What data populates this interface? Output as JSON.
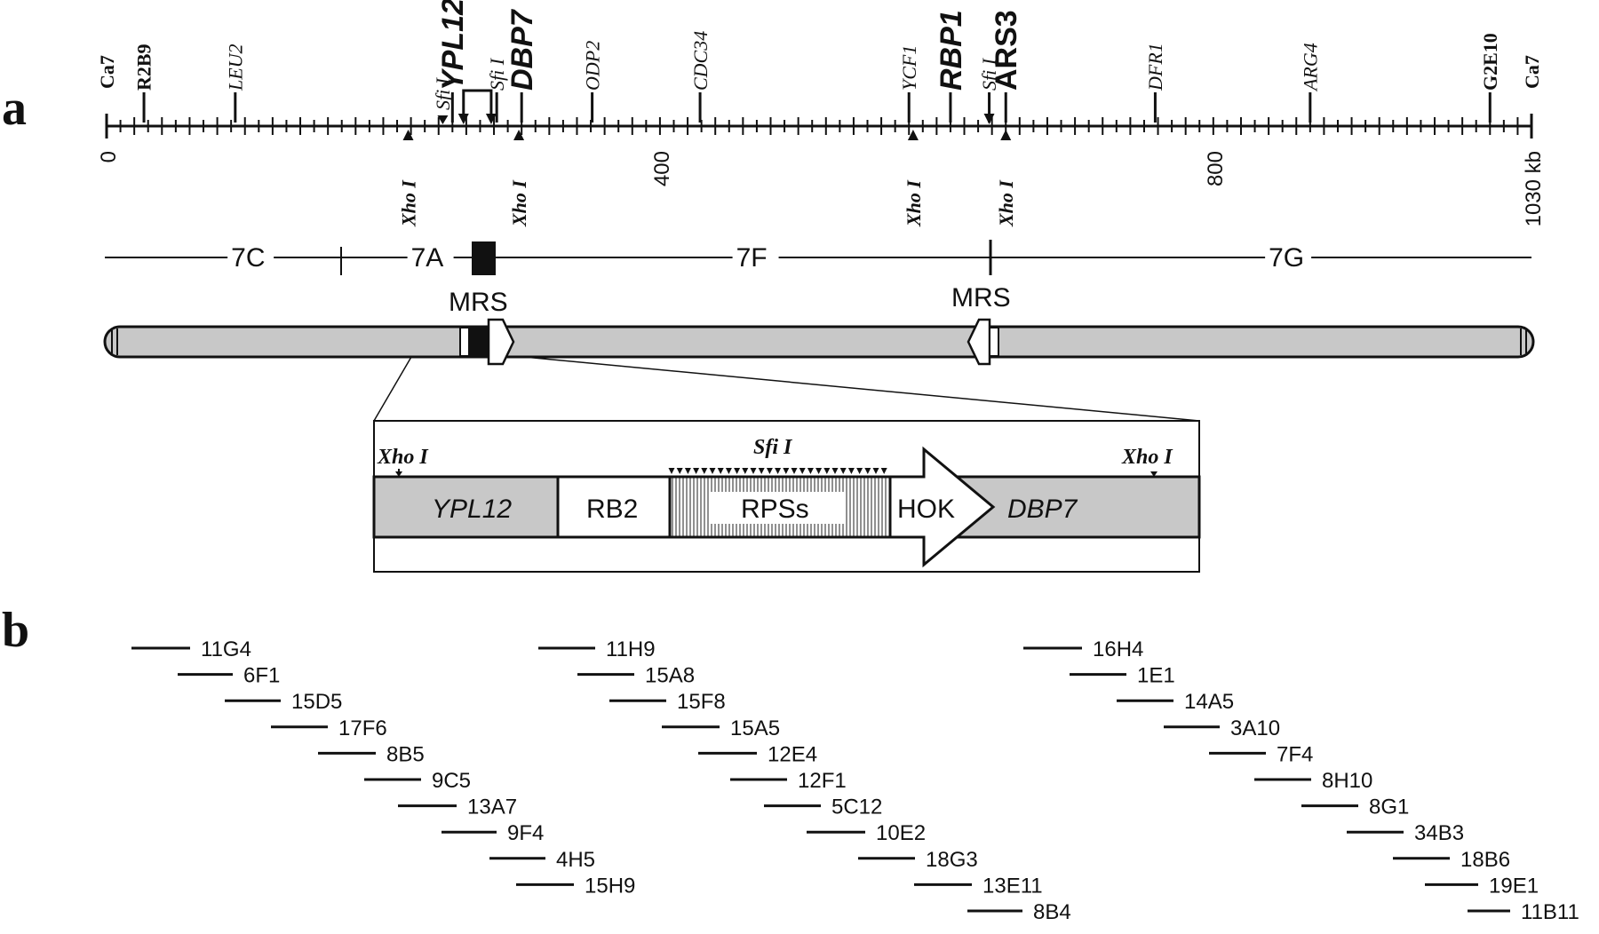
{
  "panel_labels": {
    "a": "a",
    "b": "b"
  },
  "map": {
    "kb_min": 0,
    "kb_max": 1030,
    "tick_step_kb": 20,
    "end_labels": [
      "Ca7",
      "Ca7"
    ],
    "scale_labels": [
      {
        "kb": 0,
        "text": "0"
      },
      {
        "kb": 400,
        "text": "400"
      },
      {
        "kb": 800,
        "text": "800"
      },
      {
        "kb": 1030,
        "text": "1030 kb"
      }
    ],
    "markers": [
      {
        "kb": 27,
        "text": "R2B9",
        "style": "serif-bold-small"
      },
      {
        "kb": 93,
        "text": "LEU2",
        "style": "serif-italic-small"
      },
      {
        "kb": 243,
        "text": "Sfi I",
        "style": "serif-italic-small",
        "mark": "tri-down"
      },
      {
        "kb": 250,
        "text": "YPL12",
        "style": "sans-italic-large"
      },
      {
        "kb": 282,
        "text": "Sfi I",
        "style": "serif-italic-small"
      },
      {
        "kb": 300,
        "text": "DBP7",
        "style": "sans-italic-large"
      },
      {
        "kb": 351,
        "text": "ODP2",
        "style": "serif-italic-small"
      },
      {
        "kb": 429,
        "text": "CDC34",
        "style": "serif-italic-small"
      },
      {
        "kb": 580,
        "text": "YCF1",
        "style": "serif-italic-small"
      },
      {
        "kb": 610,
        "text": "RBP1",
        "style": "sans-italic-large"
      },
      {
        "kb": 638,
        "text": "Sfi I",
        "style": "serif-italic-small"
      },
      {
        "kb": 650,
        "text": "ARS3",
        "style": "sans-bold-large"
      },
      {
        "kb": 758,
        "text": "DFR1",
        "style": "serif-italic-small"
      },
      {
        "kb": 870,
        "text": "ARG4",
        "style": "serif-italic-small"
      },
      {
        "kb": 1000,
        "text": "G2E10",
        "style": "serif-bold-small"
      }
    ],
    "xho_sites": [
      {
        "kb": 218,
        "text": "Xho I"
      },
      {
        "kb": 298,
        "text": "Xho I"
      },
      {
        "kb": 583,
        "text": "Xho I"
      },
      {
        "kb": 650,
        "text": "Xho I"
      }
    ]
  },
  "fragments": [
    {
      "text": "7C",
      "kb": 90
    },
    {
      "text": "7A",
      "kb": 220
    },
    {
      "text": "7F",
      "kb": 455
    },
    {
      "text": "7G",
      "kb": 840
    }
  ],
  "mrs_labels": [
    "MRS",
    "MRS"
  ],
  "inset": {
    "xho_left": "Xho I",
    "xho_right": "Xho I",
    "sfi": "Sfi I",
    "segments": {
      "ypl12": "YPL12",
      "rb2": "RB2",
      "rpss": "RPSs",
      "hok": "HOK",
      "dbp7": "DBP7"
    }
  },
  "clones": [
    [
      {
        "name": "11G4",
        "start": 148,
        "end": 214
      },
      {
        "name": "6F1",
        "start": 200,
        "end": 262
      },
      {
        "name": "15D5",
        "start": 253,
        "end": 316
      },
      {
        "name": "17F6",
        "start": 305,
        "end": 369
      },
      {
        "name": "8B5",
        "start": 358,
        "end": 423
      },
      {
        "name": "9C5",
        "start": 410,
        "end": 474
      },
      {
        "name": "13A7",
        "start": 448,
        "end": 514
      },
      {
        "name": "9F4",
        "start": 497,
        "end": 559
      },
      {
        "name": "4H5",
        "start": 551,
        "end": 614
      },
      {
        "name": "15H9",
        "start": 581,
        "end": 646
      }
    ],
    [
      {
        "name": "11H9",
        "start": 606,
        "end": 670
      },
      {
        "name": "15A8",
        "start": 650,
        "end": 714
      },
      {
        "name": "15F8",
        "start": 686,
        "end": 750
      },
      {
        "name": "15A5",
        "start": 745,
        "end": 810
      },
      {
        "name": "12E4",
        "start": 786,
        "end": 852
      },
      {
        "name": "12F1",
        "start": 822,
        "end": 886
      },
      {
        "name": "5C12",
        "start": 860,
        "end": 924
      },
      {
        "name": "10E2",
        "start": 908,
        "end": 974
      },
      {
        "name": "18G3",
        "start": 966,
        "end": 1030
      },
      {
        "name": "13E11",
        "start": 1029,
        "end": 1094
      },
      {
        "name": "8B4",
        "start": 1089,
        "end": 1151
      }
    ],
    [
      {
        "name": "16H4",
        "start": 1152,
        "end": 1218
      },
      {
        "name": "1E1",
        "start": 1204,
        "end": 1268
      },
      {
        "name": "14A5",
        "start": 1257,
        "end": 1321
      },
      {
        "name": "3A10",
        "start": 1310,
        "end": 1373
      },
      {
        "name": "7F4",
        "start": 1361,
        "end": 1425
      },
      {
        "name": "8H10",
        "start": 1412,
        "end": 1476
      },
      {
        "name": "8G1",
        "start": 1465,
        "end": 1529
      },
      {
        "name": "34B3",
        "start": 1516,
        "end": 1580
      },
      {
        "name": "18B6",
        "start": 1568,
        "end": 1632
      },
      {
        "name": "19E1",
        "start": 1604,
        "end": 1664
      },
      {
        "name": "11B11",
        "start": 1652,
        "end": 1700
      }
    ]
  ],
  "colors": {
    "ink": "#111111",
    "gray": "#c8c8c8",
    "white": "#ffffff"
  }
}
